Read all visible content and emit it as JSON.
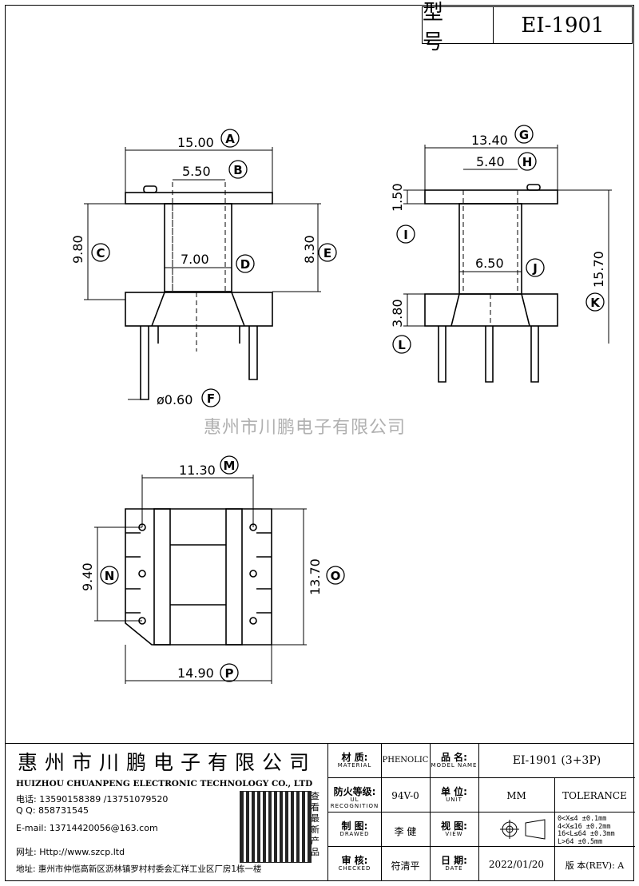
{
  "header": {
    "model_label": "型 号",
    "model_value": "EI-1901"
  },
  "dimensions": {
    "A": "15.00",
    "B": "5.50",
    "C": "9.80",
    "D": "7.00",
    "E": "8.30",
    "F": "ø0.60",
    "G": "13.40",
    "H": "5.40",
    "I": "1.50",
    "J": "6.50",
    "K": "15.70",
    "L": "3.80",
    "M": "11.30",
    "N": "9.40",
    "O": "13.70",
    "P": "14.90"
  },
  "markers": [
    "A",
    "B",
    "C",
    "D",
    "E",
    "F",
    "G",
    "H",
    "I",
    "J",
    "K",
    "L",
    "M",
    "N",
    "O",
    "P"
  ],
  "watermark": "惠州市川鹏电子有限公司",
  "company": {
    "name_cn": "惠州市川鹏电子有限公司",
    "name_en": "HUIZHOU CHUANPENG ELECTRONIC TECHNOLOGY CO., LTD",
    "phone": "电话: 13590158389  /13751079520",
    "qq": "Q Q:  858731545",
    "email": "E-mail:  13714420056@163.com",
    "web": "网址:  Http://www.szcp.ltd",
    "address": "地址: 惠州市仲恺高新区沥林镇罗村村委会汇祥工业区厂房1栋一楼",
    "qr_caption": "查看最新产品"
  },
  "title_block": {
    "material_label": "材 质:",
    "material_label_en": "MATERIAL",
    "material_value": "PHENOLIC",
    "name_label": "品 名:",
    "name_label_en": "MODEL NAME",
    "name_value": "EI-1901 (3+3P)",
    "flame_label": "防火等级:",
    "flame_label_en": "UL RECOGNITION",
    "flame_value": "94V-0",
    "unit_label": "单 位:",
    "unit_label_en": "UNIT",
    "unit_value": "MM",
    "tolerance_label": "TOLERANCE",
    "drawn_label": "制 图:",
    "drawn_label_en": "DRAWED",
    "drawn_value": "李 健",
    "view_label": "视 图:",
    "view_label_en": "VIEW",
    "tol_rows": [
      "0<X≤4   ±0.1mm",
      "4<X≤16  ±0.2mm",
      "16<L≤64 ±0.3mm",
      "L>64    ±0.5mm"
    ],
    "checked_label": "审 核:",
    "checked_label_en": "CHECKED",
    "checked_value": "符清平",
    "date_label": "日 期:",
    "date_label_en": "DATE",
    "date_value": "2022/01/20",
    "rev_label": "版 本(REV):",
    "rev_value": "A"
  }
}
